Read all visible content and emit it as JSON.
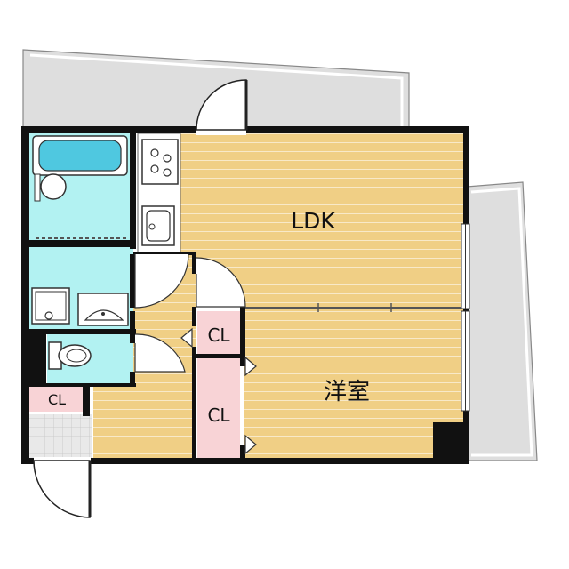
{
  "labels": {
    "ldk": "LDK",
    "western_room": "洋室",
    "closet_small": "CL",
    "closet_large": "CL",
    "closet_entrance": "CL"
  },
  "colors": {
    "floor_wood": "#f0cf85",
    "floor_stripe": "#ffffff",
    "wet_area": "#b2f2f2",
    "closet": "#f8d3d6",
    "balcony": "#dedede",
    "genkan": "#e7e7e7",
    "wall": "#111111"
  },
  "icons": [
    "bathtub-icon",
    "stove-icon",
    "sink-icon",
    "washbasin-icon",
    "toilet-icon",
    "washer-pan-icon",
    "door-swing-icon"
  ]
}
